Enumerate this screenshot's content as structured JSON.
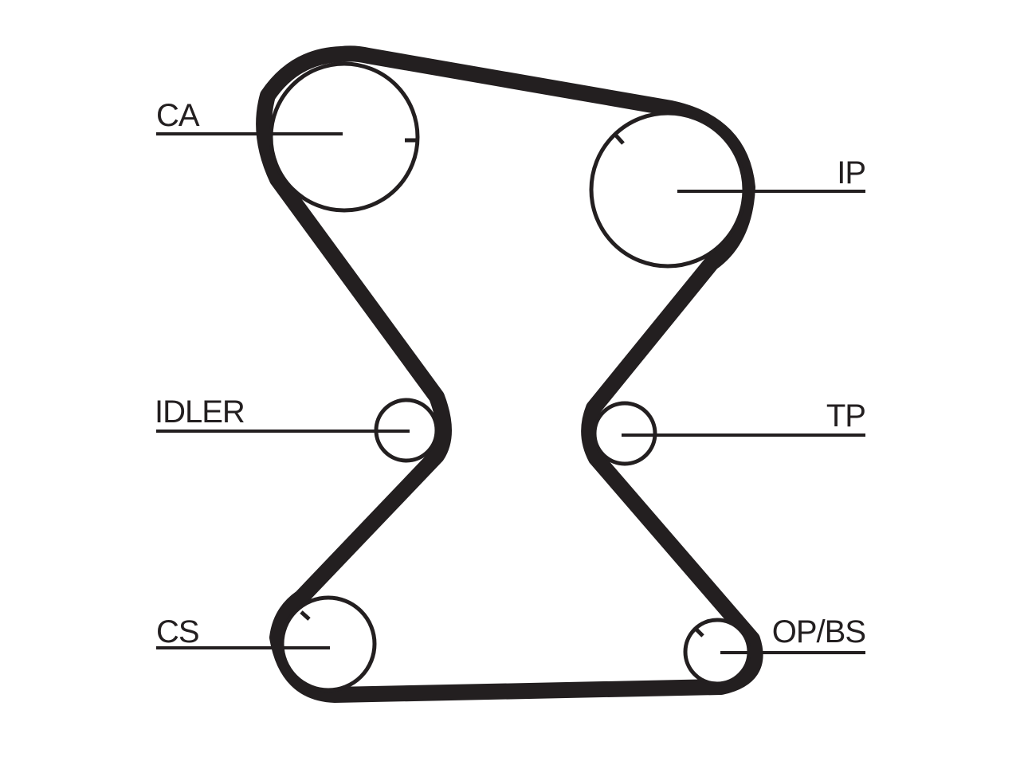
{
  "diagram": {
    "labels": {
      "ca": "CA",
      "ip": "IP",
      "idler": "IDLER",
      "tp": "TP",
      "cs": "CS",
      "opbs": "OP/BS"
    },
    "colors": {
      "ink": "#231f20",
      "background": "#ffffff"
    }
  }
}
